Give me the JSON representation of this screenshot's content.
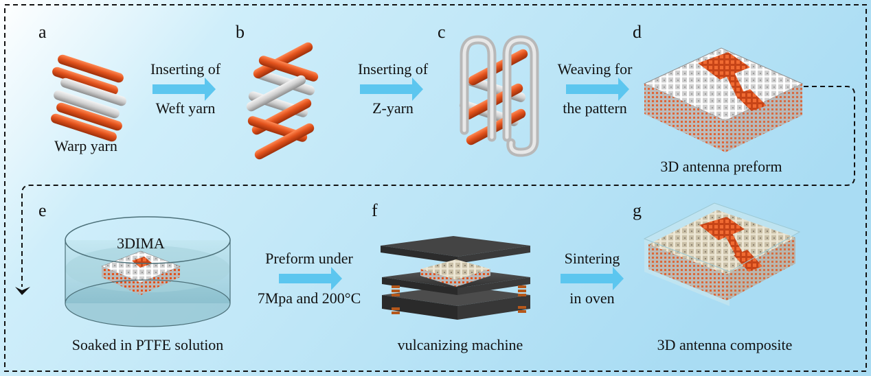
{
  "panels": {
    "a": {
      "letter": "a",
      "caption": "Warp yarn"
    },
    "b": {
      "letter": "b"
    },
    "c": {
      "letter": "c"
    },
    "d": {
      "letter": "d",
      "caption": "3D antenna preform"
    },
    "e": {
      "letter": "e",
      "caption": "Soaked in PTFE solution",
      "inner_label": "3DIMA"
    },
    "f": {
      "letter": "f",
      "caption": "vulcanizing machine"
    },
    "g": {
      "letter": "g",
      "caption": "3D antenna composite"
    }
  },
  "arrows": {
    "ab": {
      "line1": "Inserting of",
      "line2": "Weft yarn"
    },
    "bc": {
      "line1": "Inserting of",
      "line2": "Z-yarn"
    },
    "cd": {
      "line1": "Weaving for",
      "line2": "the pattern"
    },
    "ef": {
      "line1": "Preform under",
      "line2": "7Mpa and 200°C"
    },
    "fg": {
      "line1": "Sintering",
      "line2": "in oven"
    }
  },
  "colors": {
    "background_start": "#ffffff",
    "background_end": "#a9dcf3",
    "warp_yarn": "#e2521c",
    "weft_yarn": "#d8d8d8",
    "process_arrow": "#5cc6ef",
    "dashed_border": "#111111"
  }
}
